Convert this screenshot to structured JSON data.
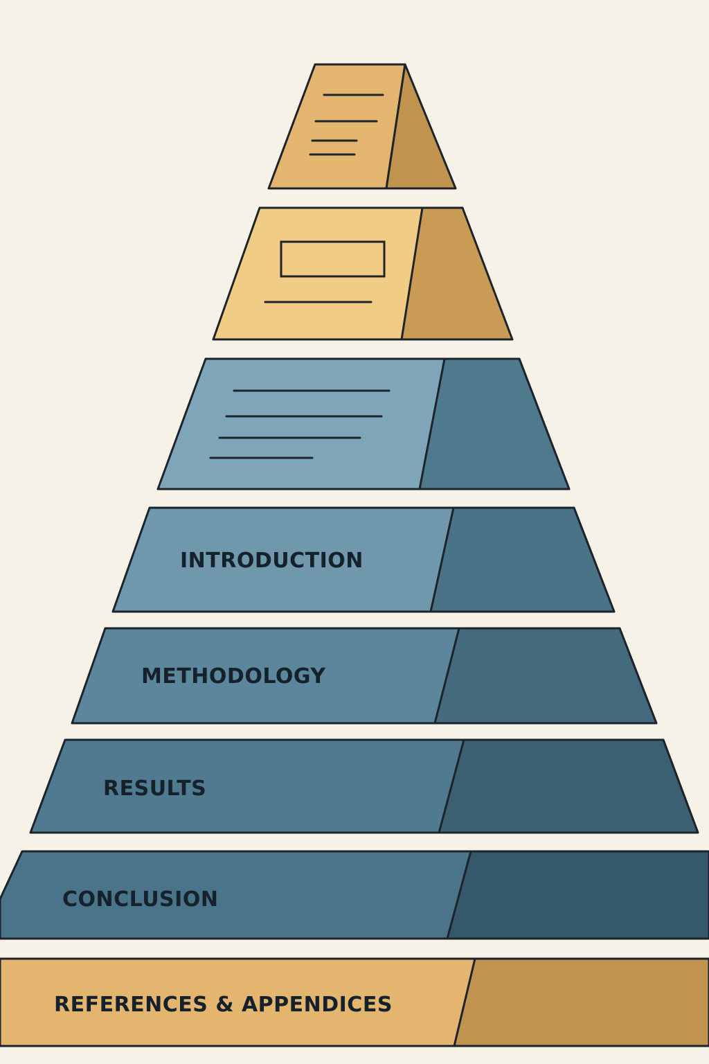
{
  "diagram": {
    "tiers": [
      {
        "id": "tier-1",
        "label": "",
        "icon": "text-lines-icon",
        "front": "#e3b56e",
        "side": "#c0944f"
      },
      {
        "id": "tier-2",
        "label": "",
        "icon": "figure-frame-icon",
        "front": "#f1cc85",
        "side": "#c99b54"
      },
      {
        "id": "tier-3",
        "label": "",
        "icon": "text-lines-icon",
        "front": "#7fa5b8",
        "side": "#4f7a8e"
      },
      {
        "id": "tier-4",
        "label": "INTRODUCTION",
        "icon": "",
        "front": "#6f98ad",
        "side": "#4a7387"
      },
      {
        "id": "tier-5",
        "label": "METHODOLOGY",
        "icon": "",
        "front": "#5c869c",
        "side": "#436a7d"
      },
      {
        "id": "tier-6",
        "label": "RESULTS",
        "icon": "",
        "front": "#4f7a90",
        "side": "#3a6072"
      },
      {
        "id": "tier-7",
        "label": "CONCLUSION",
        "icon": "",
        "front": "#4a7489",
        "side": "#35596b"
      },
      {
        "id": "tier-8",
        "label": "REFERENCES & APPENDICES",
        "icon": "",
        "front": "#e3b56e",
        "side": "#c0944f"
      }
    ],
    "colors": {
      "background": "#f6f2e8",
      "outline": "#1d232a",
      "text": "#15212b"
    }
  }
}
